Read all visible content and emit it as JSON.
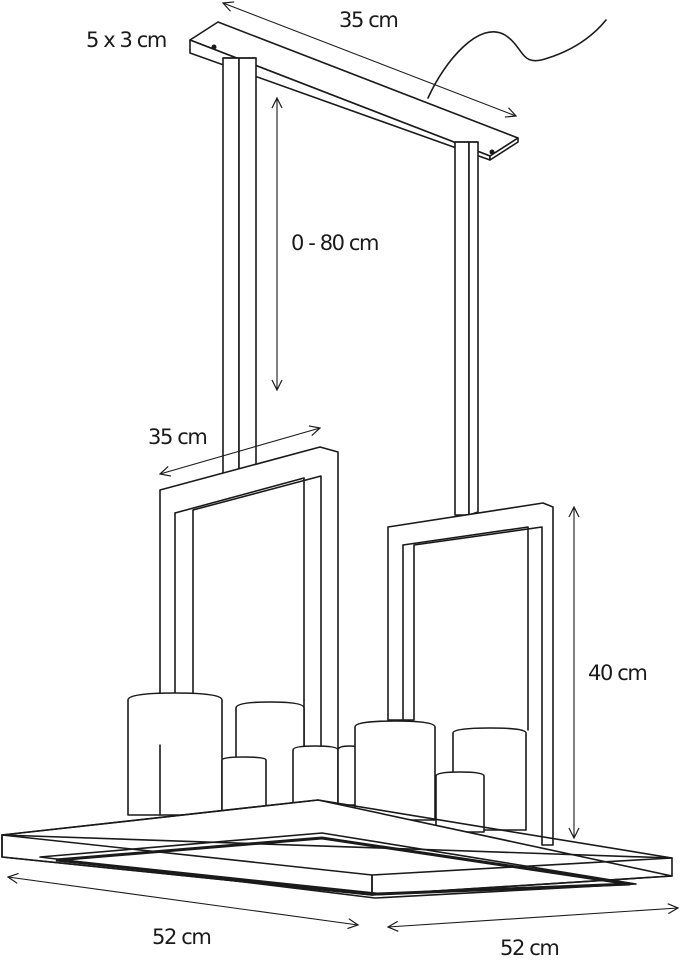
{
  "dimensions": {
    "mount_size": "5 x 3 cm",
    "mount_length": "35 cm",
    "suspension_range": "0 - 80 cm",
    "frame_width": "35 cm",
    "frame_height": "40 cm",
    "base_length": "52 cm",
    "base_width": "52 cm"
  },
  "colors": {
    "stroke": "#1a1a1a",
    "background": "#ffffff"
  }
}
